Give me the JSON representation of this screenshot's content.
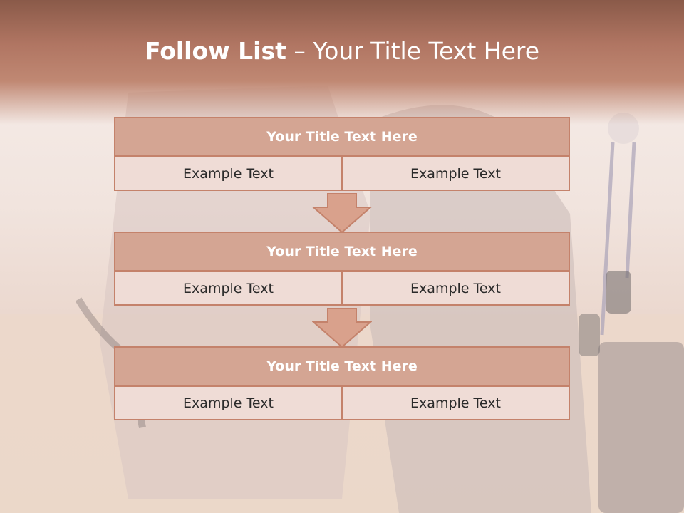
{
  "slide": {
    "title_bold": "Follow List",
    "title_rest": " – Your Title Text Here"
  },
  "blocks": [
    {
      "title": "Your Title Text Here",
      "left": "Example Text",
      "right": "Example Text"
    },
    {
      "title": "Your Title Text Here",
      "left": "Example Text",
      "right": "Example Text"
    },
    {
      "title": "Your Title Text Here",
      "left": "Example Text",
      "right": "Example Text"
    }
  ],
  "colors": {
    "header": "#b07562",
    "box_border": "#c4826b",
    "title_fill": "#d4a593",
    "cell_fill": "#efdcd6",
    "arrow_fill": "#d9a18c"
  }
}
